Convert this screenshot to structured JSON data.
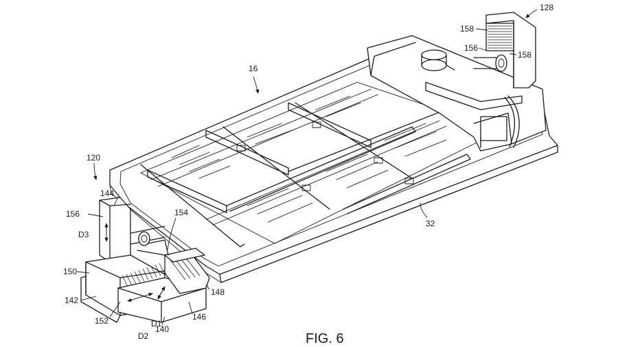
{
  "figure": {
    "caption": "FIG. 6",
    "labels": {
      "r16": "16",
      "r32": "32",
      "r120": "120",
      "r128": "128",
      "r140": "140",
      "r142": "142",
      "r144": "144",
      "r146": "146",
      "r148": "148",
      "r150": "150",
      "r152": "152",
      "r154": "154",
      "r156a": "156",
      "r156b": "156",
      "r158a": "158",
      "r158b": "158",
      "d1": "D1",
      "d2": "D2",
      "d3": "D3"
    }
  }
}
